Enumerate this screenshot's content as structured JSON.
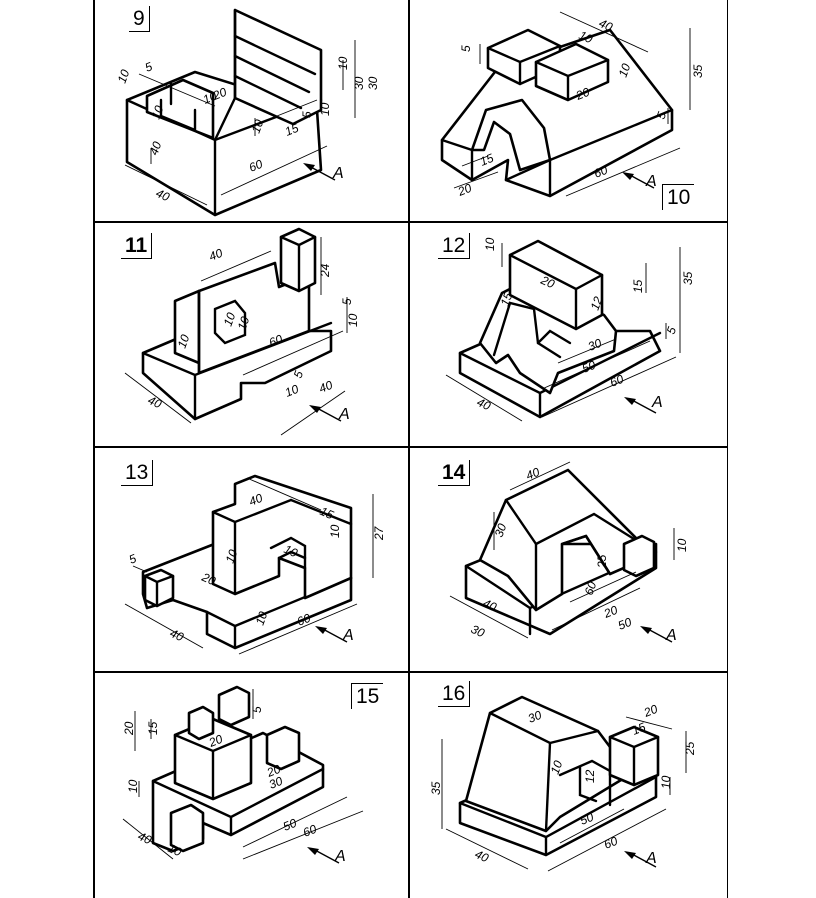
{
  "drawings": [
    {
      "number": "9",
      "view_arrow": "A",
      "dimensions": [
        "40",
        "5",
        "10",
        "10",
        "10",
        "30",
        "20",
        "10",
        "10",
        "15",
        "5",
        "10",
        "60",
        "30",
        "40"
      ]
    },
    {
      "number": "10",
      "view_arrow": "A",
      "dimensions": [
        "5",
        "40",
        "10",
        "10",
        "35",
        "20",
        "5",
        "15",
        "20",
        "60"
      ]
    },
    {
      "number": "11",
      "view_arrow": "A",
      "dimensions": [
        "40",
        "24",
        "5",
        "10",
        "10",
        "10",
        "60",
        "10",
        "10",
        "5",
        "40",
        "40"
      ]
    },
    {
      "number": "12",
      "view_arrow": "A",
      "dimensions": [
        "10",
        "20",
        "15",
        "35",
        "15",
        "12",
        "5",
        "30",
        "50",
        "60",
        "40"
      ]
    },
    {
      "number": "13",
      "view_arrow": "A",
      "dimensions": [
        "40",
        "15",
        "10",
        "27",
        "10",
        "10",
        "5",
        "20",
        "40",
        "10",
        "60"
      ]
    },
    {
      "number": "14",
      "view_arrow": "A",
      "dimensions": [
        "40",
        "30",
        "25",
        "10",
        "40",
        "60",
        "20",
        "50",
        "30"
      ]
    },
    {
      "number": "15",
      "view_arrow": "A",
      "dimensions": [
        "5",
        "20",
        "15",
        "20",
        "10",
        "20",
        "30",
        "50",
        "60",
        "40",
        "10"
      ]
    },
    {
      "number": "16",
      "view_arrow": "A",
      "dimensions": [
        "30",
        "20",
        "15",
        "25",
        "10",
        "12",
        "10",
        "35",
        "50",
        "60",
        "40"
      ]
    }
  ]
}
